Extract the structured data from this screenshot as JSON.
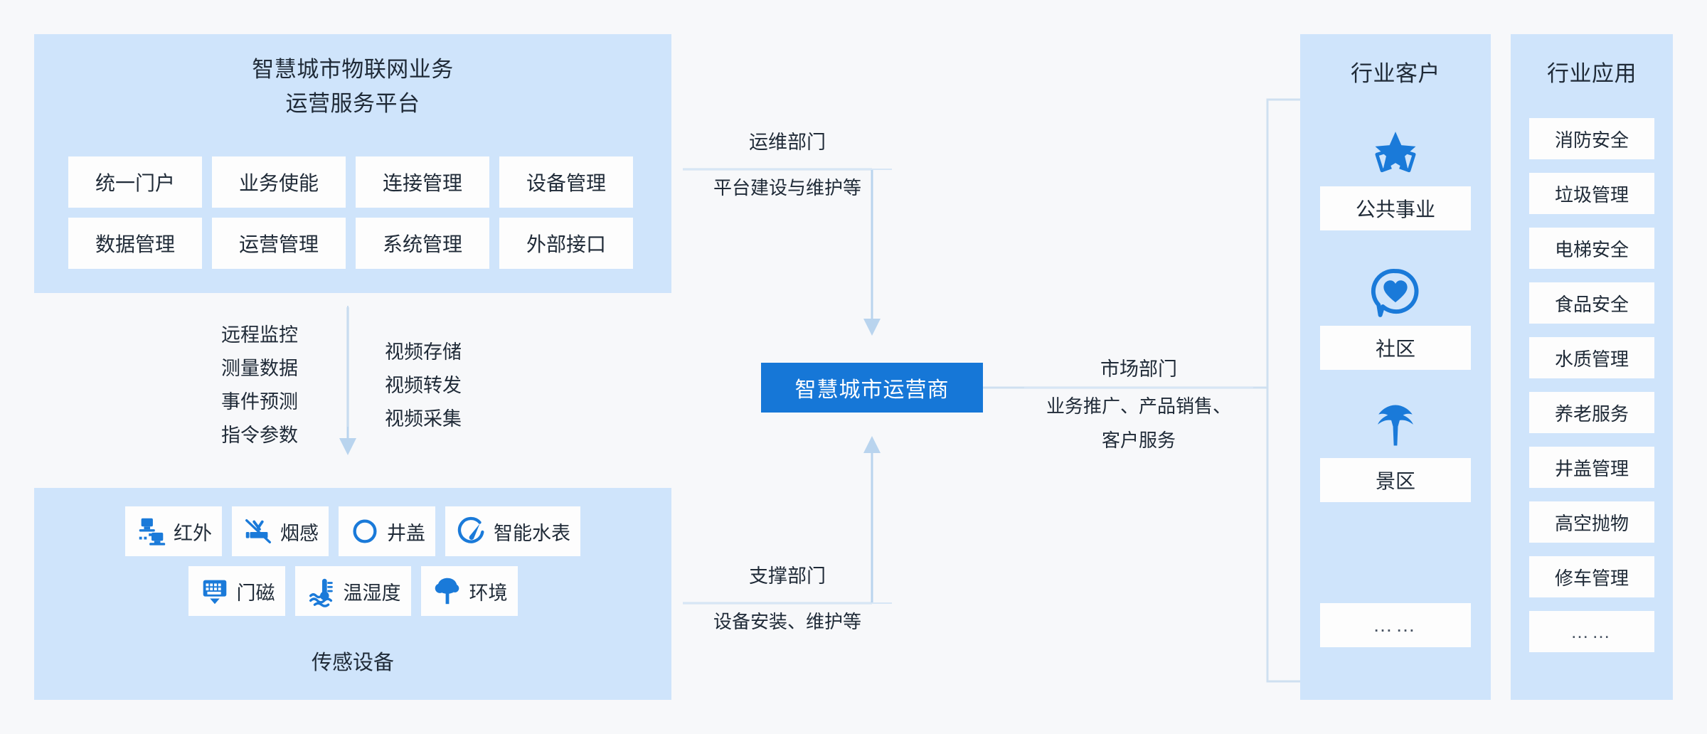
{
  "colors": {
    "panel_bg": "#cfe4fb",
    "card_bg": "#fdfdfd",
    "accent": "#1677d7",
    "icon_blue": "#1a7ad9",
    "line": "#b9d4ee",
    "page_bg": "#f7f8fa",
    "text": "#1f2a37"
  },
  "platform": {
    "title_line1": "智慧城市物联网业务",
    "title_line2": "运营服务平台",
    "modules": [
      "统一门户",
      "业务使能",
      "连接管理",
      "设备管理",
      "数据管理",
      "运营管理",
      "系统管理",
      "外部接口"
    ]
  },
  "data_flows": {
    "left_column": [
      "远程监控",
      "测量数据",
      "事件预测",
      "指令参数"
    ],
    "right_column": [
      "视频存储",
      "视频转发",
      "视频采集"
    ]
  },
  "sensors": {
    "caption": "传感设备",
    "row1": [
      {
        "label": "红外",
        "icon": "infrared-icon"
      },
      {
        "label": "烟感",
        "icon": "smoke-detector-icon"
      },
      {
        "label": "井盖",
        "icon": "manhole-cover-icon"
      },
      {
        "label": "智能水表",
        "icon": "smart-water-meter-icon"
      }
    ],
    "row2": [
      {
        "label": "门磁",
        "icon": "door-magnet-icon"
      },
      {
        "label": "温湿度",
        "icon": "temperature-humidity-icon"
      },
      {
        "label": "环境",
        "icon": "environment-tree-icon"
      }
    ]
  },
  "center": {
    "label": "智慧城市运营商"
  },
  "departments": {
    "ops": {
      "head": "运维部门",
      "sub": "平台建设与维护等"
    },
    "market": {
      "head": "市场部门",
      "sub_line1": "业务推广、产品销售、",
      "sub_line2": "客户服务"
    },
    "support": {
      "head": "支撑部门",
      "sub": "设备安装、维护等"
    }
  },
  "customers": {
    "title": "行业客户",
    "items": [
      {
        "label": "公共事业",
        "icon": "star-wreath-icon"
      },
      {
        "label": "社区",
        "icon": "heart-bubble-icon"
      },
      {
        "label": "景区",
        "icon": "palm-tree-icon"
      }
    ],
    "more": "……"
  },
  "applications": {
    "title": "行业应用",
    "items": [
      "消防安全",
      "垃圾管理",
      "电梯安全",
      "食品安全",
      "水质管理",
      "养老服务",
      "井盖管理",
      "高空抛物",
      "修车管理"
    ],
    "more": "……"
  }
}
